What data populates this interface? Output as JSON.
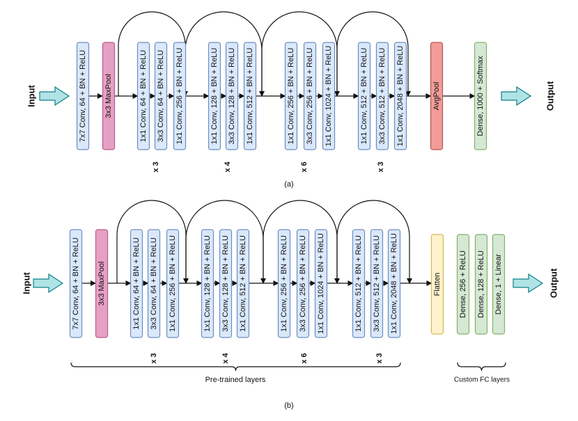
{
  "colors": {
    "conv_fill": "#dae8fc",
    "conv_stroke": "#6c8ebf",
    "pool_fill": "#e6a0c4",
    "pool_stroke": "#b85a8c",
    "avg_fill": "#f19c99",
    "avg_stroke": "#b85450",
    "dense_fill": "#d5e8d4",
    "dense_stroke": "#82b366",
    "flat_fill": "#fff2cc",
    "flat_stroke": "#d6b656",
    "arrow_fill": "#b0e3e6",
    "arrow_stroke": "#0e8088"
  },
  "diagram_a": {
    "input": "Input",
    "output": "Output",
    "stem_conv": "7x7 Conv, 64 + BN + ReLU",
    "maxpool": "3x3 MaxPool",
    "stages": [
      {
        "layers": [
          "1x1 Conv, 64 + BN + ReLU",
          "3x3 Conv, 64 + BN + ReLU",
          "1x1 Conv, 256 + BN + ReLU"
        ],
        "repeat": "x 3"
      },
      {
        "layers": [
          "1x1 Conv, 128 + BN + ReLU",
          "3x3 Conv, 128 + BN + ReLU",
          "1x1 Conv, 512 + BN + ReLU"
        ],
        "repeat": "x 4"
      },
      {
        "layers": [
          "1x1 Conv, 256 + BN + ReLU",
          "3x3 Conv, 256 + BN + ReLU",
          "1x1 Conv, 1024 + BN + ReLU"
        ],
        "repeat": "x 6"
      },
      {
        "layers": [
          "1x1 Conv, 512 + BN + ReLU",
          "3x3 Conv, 512 + BN + ReLU",
          "1x1 Conv, 2048 + BN + ReLU"
        ],
        "repeat": "x 3"
      }
    ],
    "avgpool": "AvgPool",
    "dense": "Dense, 1000 + Softmax",
    "caption": "(a)"
  },
  "diagram_b": {
    "input": "Input",
    "output": "Output",
    "stem_conv": "7x7 Conv, 64 + BN + ReLU",
    "maxpool": "3x3 MaxPool",
    "stages": [
      {
        "layers": [
          "1x1 Conv, 64 + BN + ReLU",
          "3x3 Conv, 64 + BN + ReLU",
          "1x1 Conv, 256 + BN + ReLU"
        ],
        "repeat": "x 3"
      },
      {
        "layers": [
          "1x1 Conv, 128 + BN + ReLU",
          "3x3 Conv, 128 + BN + ReLU",
          "1x1 Conv, 512 + BN + ReLU"
        ],
        "repeat": "x 4"
      },
      {
        "layers": [
          "1x1 Conv, 256 + BN + ReLU",
          "3x3 Conv, 256 + BN + ReLU",
          "1x1 Conv, 1024 + BN + ReLU"
        ],
        "repeat": "x 6"
      },
      {
        "layers": [
          "1x1 Conv, 512 + BN + ReLU",
          "3x3 Conv, 512 + BN + ReLU",
          "1x1 Conv, 2048 + BN + ReLU"
        ],
        "repeat": "x 3"
      }
    ],
    "flatten": "Flatten",
    "dense_layers": [
      "Dense, 256 + ReLU",
      "Dense, 128 + ReLU",
      "Dense, 1 + Linear"
    ],
    "pretrained_label": "Pre-trained layers",
    "custom_label": "Custom FC layers",
    "caption": "(b)"
  }
}
